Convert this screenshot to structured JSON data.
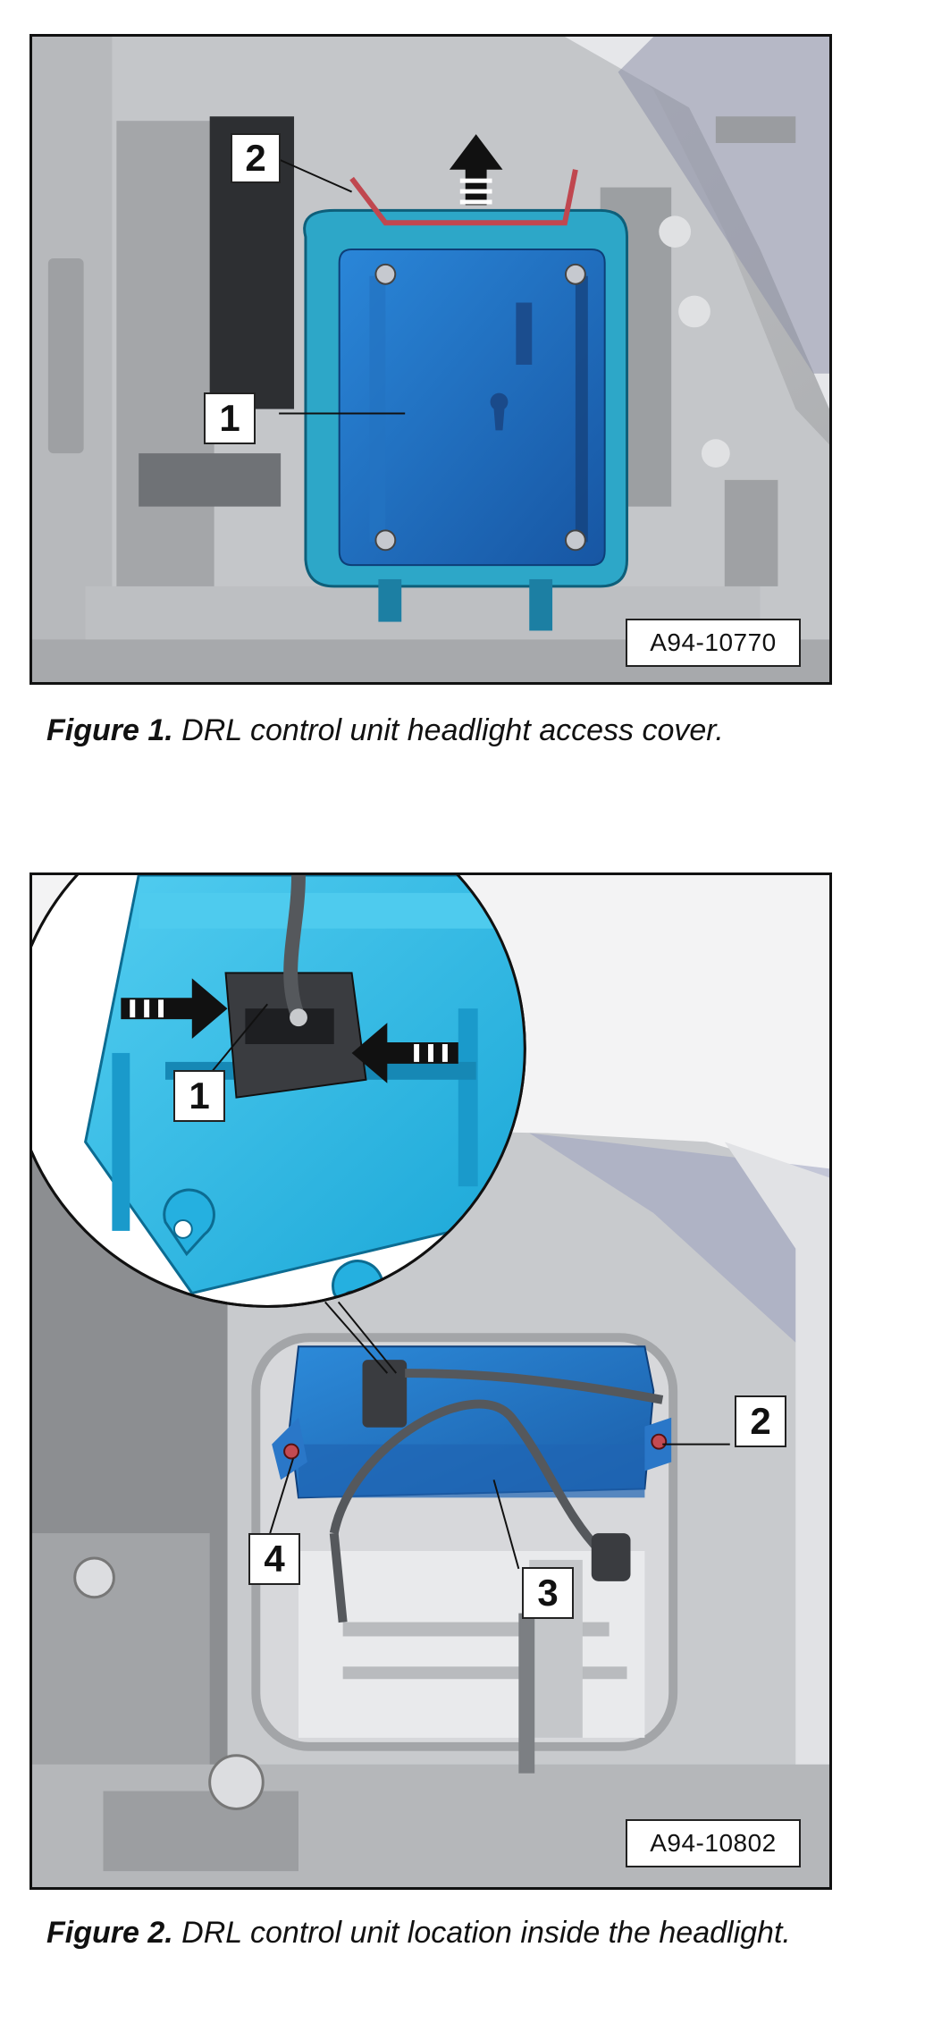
{
  "figures": [
    {
      "reference": "A94-10770",
      "callouts": [
        "1",
        "2"
      ],
      "caption_number": "Figure 1.",
      "caption_text": "DRL control unit headlight access cover."
    },
    {
      "reference": "A94-10802",
      "callouts": [
        "1",
        "2",
        "3",
        "4"
      ],
      "caption_number": "Figure 2.",
      "caption_text": "DRL control unit location inside the headlight."
    }
  ],
  "colors": {
    "module_blue": "#1f6fc0",
    "detail_cyan": "#22b7e6",
    "housing_grey": "#bfc1c4",
    "text": "#111111"
  }
}
